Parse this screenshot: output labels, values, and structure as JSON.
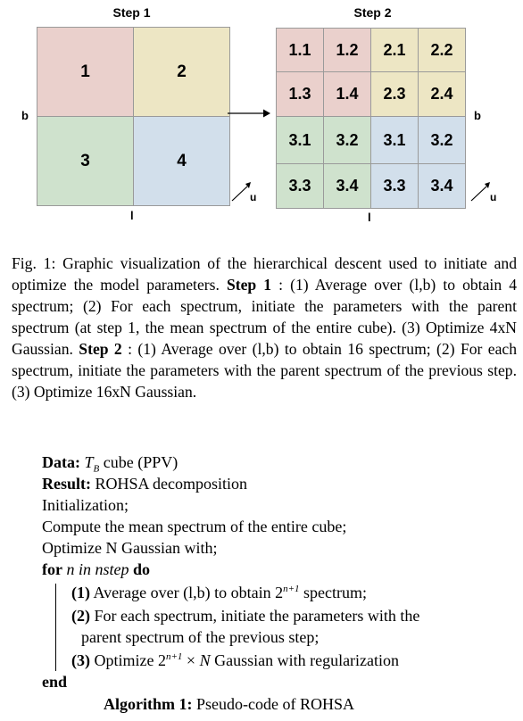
{
  "figure": {
    "step1": {
      "title": "Step 1",
      "cells": [
        "1",
        "2",
        "3",
        "4"
      ],
      "axis_b": "b",
      "axis_l": "l",
      "axis_u": "u"
    },
    "step2": {
      "title": "Step 2",
      "rows": [
        [
          "1.1",
          "1.2",
          "2.1",
          "2.2"
        ],
        [
          "1.3",
          "1.4",
          "2.3",
          "2.4"
        ],
        [
          "3.1",
          "3.2",
          "3.1",
          "3.2"
        ],
        [
          "3.3",
          "3.4",
          "3.3",
          "3.4"
        ]
      ],
      "axis_b": "b",
      "axis_l": "l",
      "axis_u": "u"
    }
  },
  "caption": {
    "prefix": "Fig. 1: Graphic visualization of the hierarchical descent used to initiate and optimize the model parameters. ",
    "step1_label": "Step 1",
    "step1_text": " : (1) Average over (l,b) to obtain 4 spectrum; (2) For each spectrum, initiate the parameters with the parent spectrum (at step 1, the mean spectrum of the entire cube). (3) Optimize 4xN Gaussian. ",
    "step2_label": "Step 2",
    "step2_text": " : (1) Average over (l,b) to obtain 16 spectrum; (2) For each spectrum, initiate the parameters with the parent spectrum of the previous step. (3) Optimize 16xN Gaussian."
  },
  "algorithm": {
    "data_kw": "Data:",
    "data_sym": "T",
    "data_sub": "B",
    "data_text": " cube (PPV)",
    "result_kw": "Result:",
    "result_text": " ROHSA decomposition",
    "init": "Initialization;",
    "mean": "Compute the mean spectrum of the entire cube;",
    "optimize": "Optimize N Gaussian with;",
    "for_kw": "for",
    "for_expr": " n in nstep ",
    "do_kw": "do",
    "s1_num": "(1)",
    "s1_text": " Average over (l,b) to obtain 2",
    "s1_sup": "n+1",
    "s1_tail": " spectrum;",
    "s2_num": "(2)",
    "s2_line1": " For each spectrum, initiate the parameters with the",
    "s2_line2": "parent spectrum of the previous step;",
    "s3_num": "(3)",
    "s3_text": " Optimize 2",
    "s3_sup": "n+1",
    "s3_mid": " × ",
    "s3_n": "N",
    "s3_tail": " Gaussian with regularization",
    "end_kw": "end",
    "title_kw": "Algorithm 1:",
    "title_text": " Pseudo-code of ROHSA"
  }
}
